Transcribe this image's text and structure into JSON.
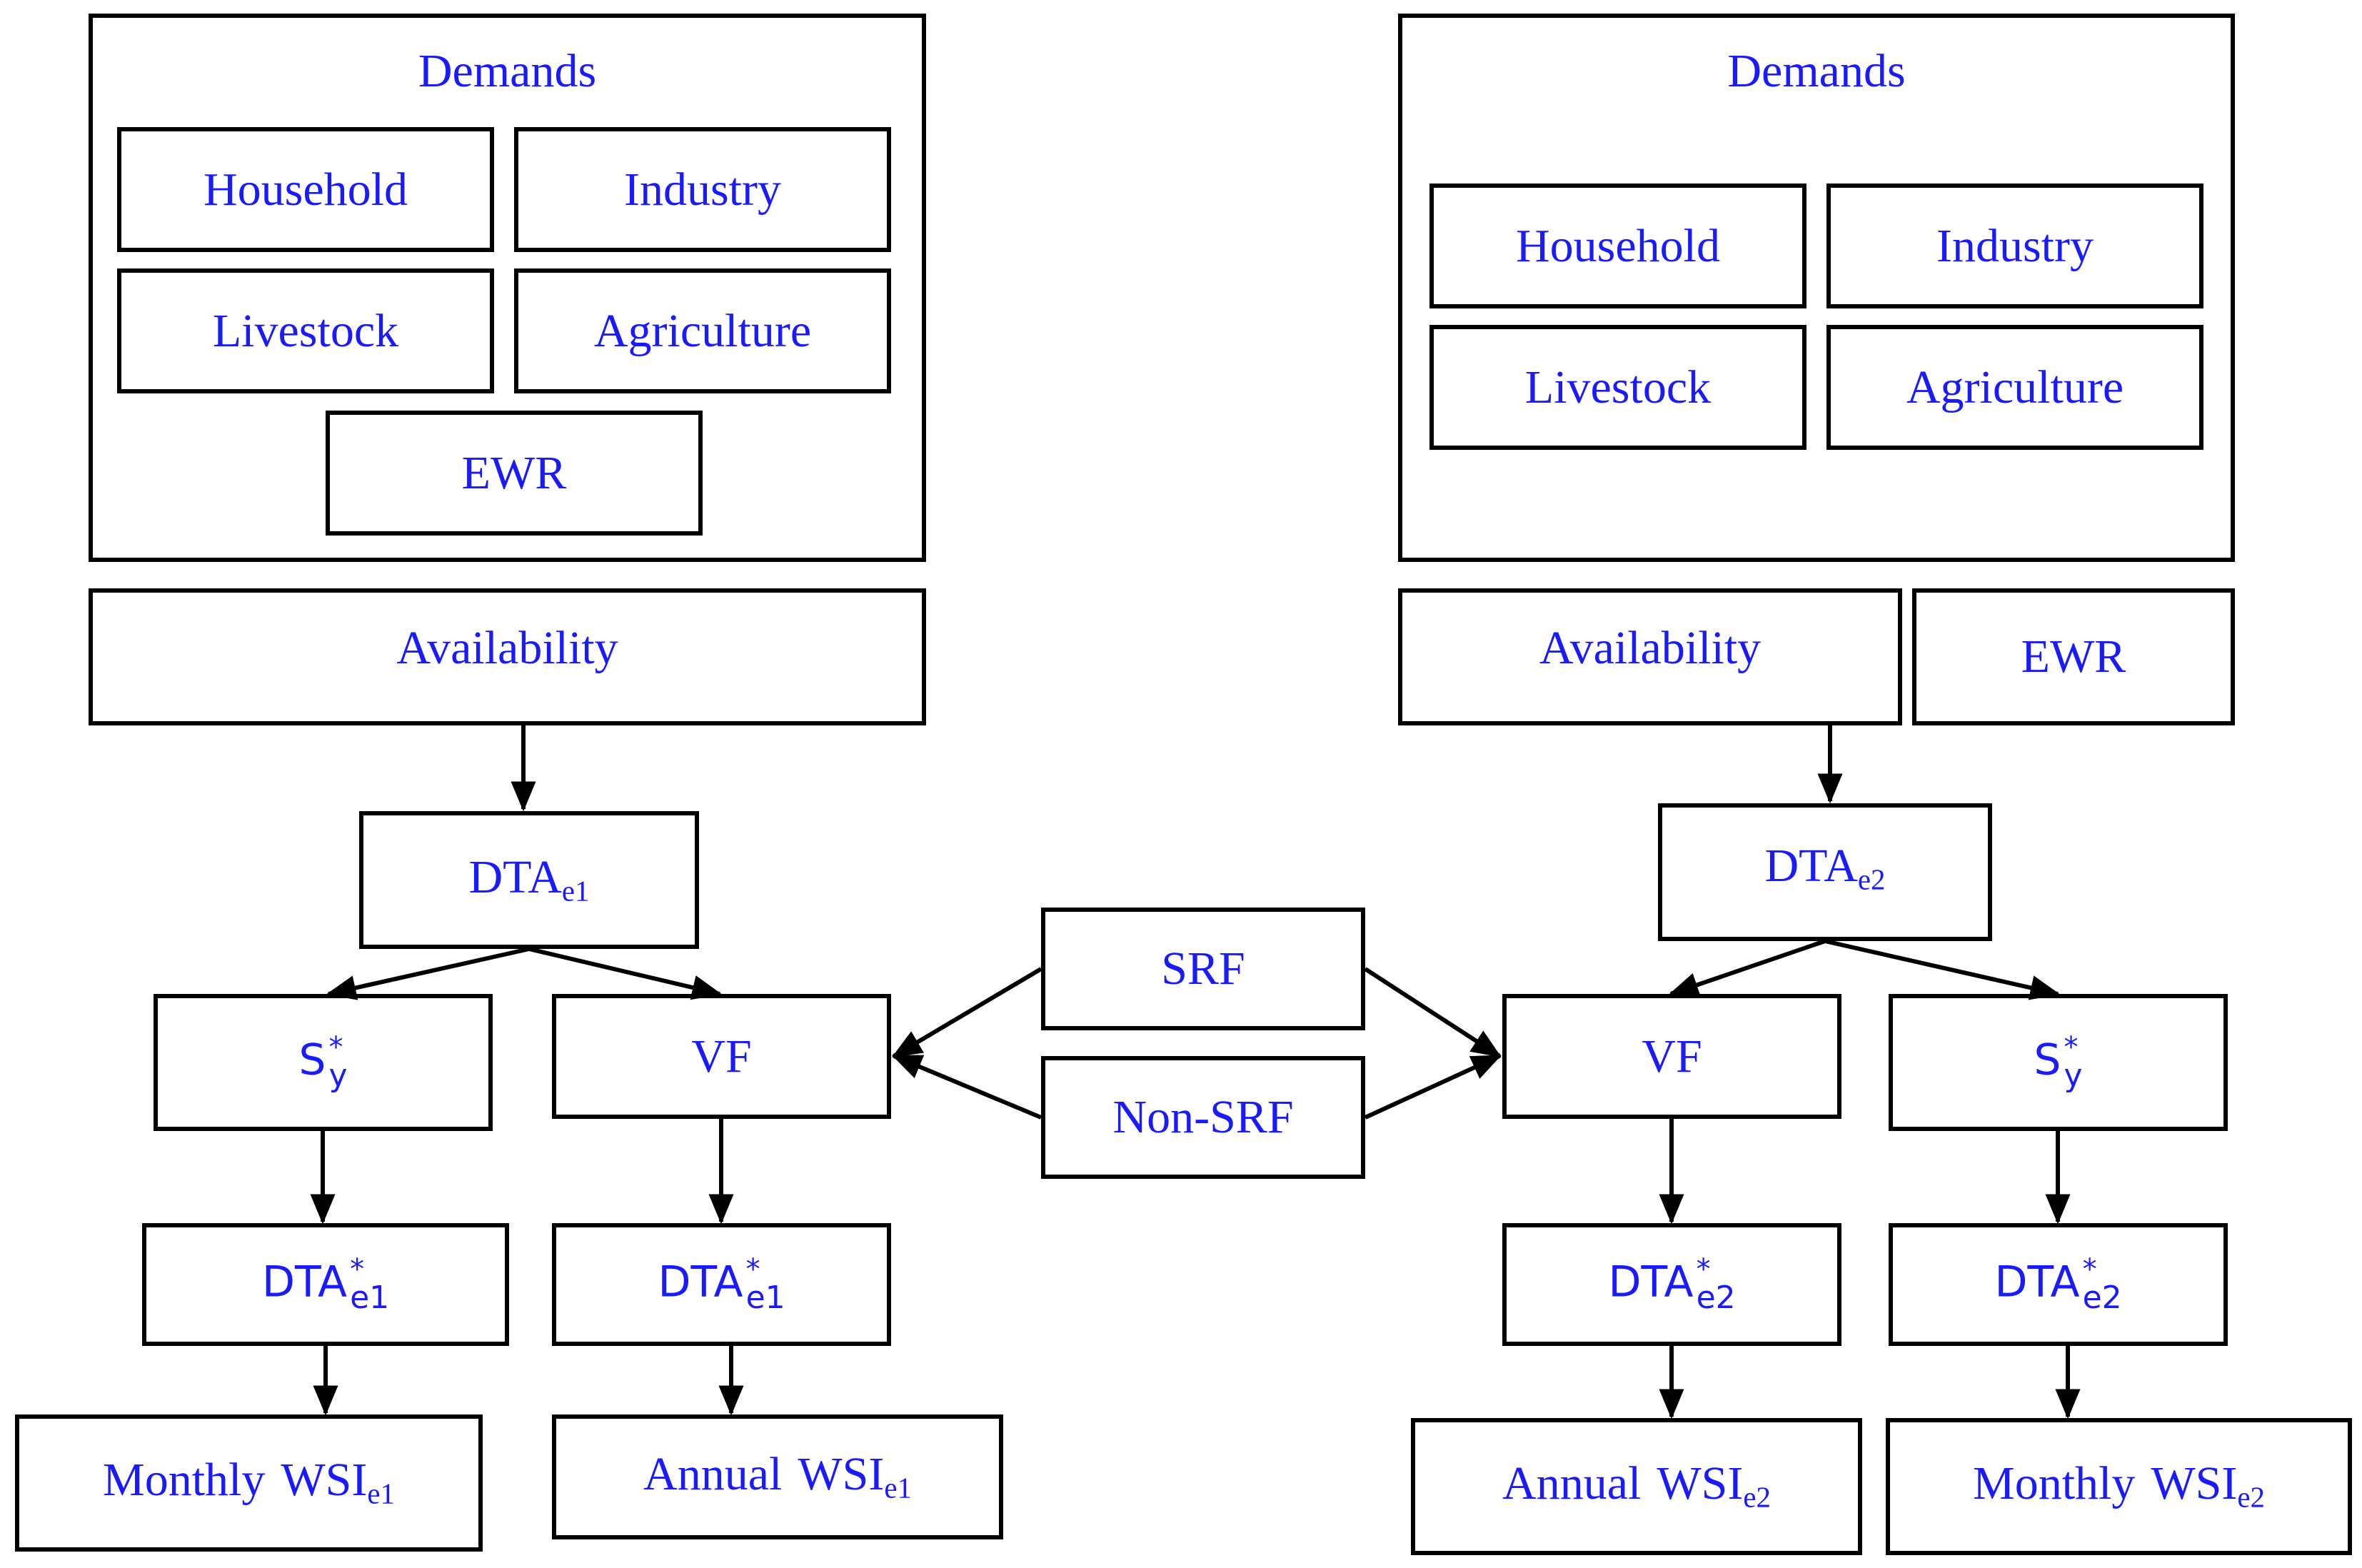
{
  "left": {
    "demands_title": "Demands",
    "household": "Household",
    "industry": "Industry",
    "livestock": "Livestock",
    "agriculture": "Agriculture",
    "ewr": "EWR",
    "availability": "Availability",
    "dta": {
      "base": "DTA",
      "sub": "e1"
    },
    "sy": {
      "base": "S",
      "sup": "*",
      "sub": "y"
    },
    "vf": "VF",
    "dta_star_a": {
      "base": "DTA",
      "sup": "*",
      "sub": "e1"
    },
    "dta_star_b": {
      "base": "DTA",
      "sup": "*",
      "sub": "e1"
    },
    "monthly_wsi": {
      "word": "Monthly",
      "base": "WSI",
      "sub": "e1"
    },
    "annual_wsi": {
      "word": "Annual",
      "base": "WSI",
      "sub": "e1"
    }
  },
  "center": {
    "srf": "SRF",
    "non_srf": "Non-SRF"
  },
  "right": {
    "demands_title": "Demands",
    "household": "Household",
    "industry": "Industry",
    "livestock": "Livestock",
    "agriculture": "Agriculture",
    "availability": "Availability",
    "ewr": "EWR",
    "dta": {
      "base": "DTA",
      "sub": "e2"
    },
    "vf": "VF",
    "sy": {
      "base": "S",
      "sup": "*",
      "sub": "y"
    },
    "dta_star_a": {
      "base": "DTA",
      "sup": "*",
      "sub": "e2"
    },
    "dta_star_b": {
      "base": "DTA",
      "sup": "*",
      "sub": "e2"
    },
    "annual_wsi": {
      "word": "Annual",
      "base": "WSI",
      "sub": "e2"
    },
    "monthly_wsi": {
      "word": "Monthly",
      "base": "WSI",
      "sub": "e2"
    }
  },
  "colors": {
    "text": "#1a1aff",
    "line": "#000000"
  }
}
